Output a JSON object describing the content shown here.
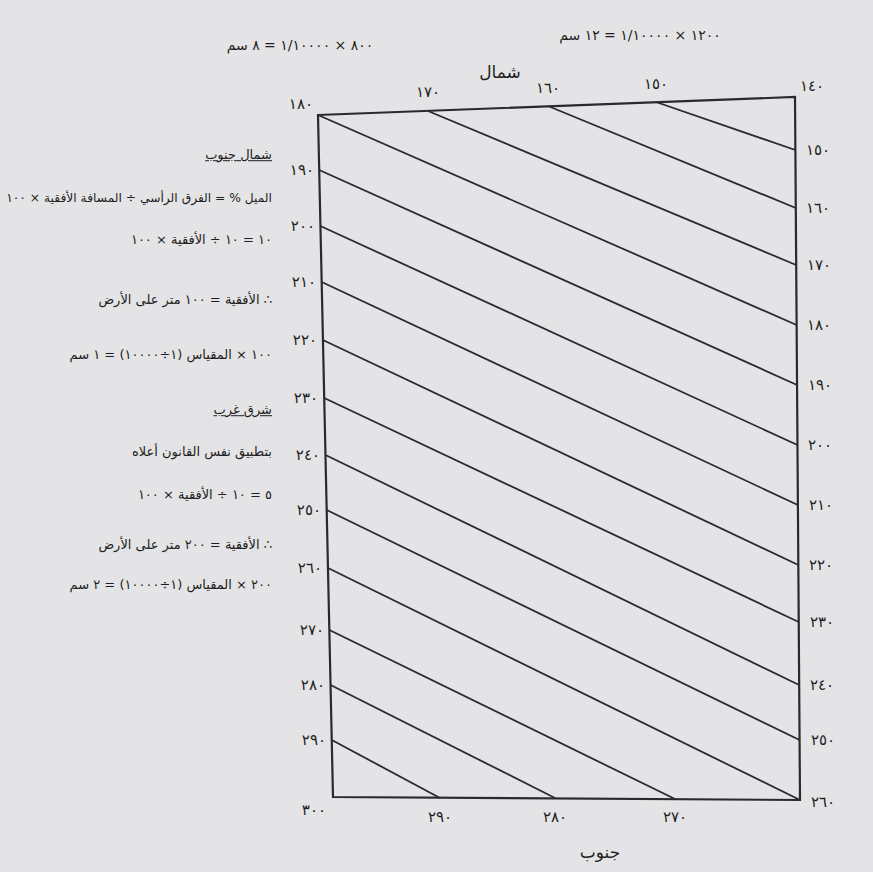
{
  "diagram": {
    "labels": [
      "٨٠٠ × ١/١٠٠٠٠ = ٨ سم",
      "١٢٠٠ × ١/١٠٠٠٠ = ١٢ سم",
      "شمال",
      "١٨٠",
      "١٧٠",
      "١٦٠",
      "١٥٠",
      "١٤٠",
      "شمال جنوب",
      "الميل % = الفرق الرأسي ÷ المسافة الأفقية × ١٠٠",
      "١٠ = ١٠ ÷ الأفقية × ١٠٠",
      "∴ الأفقية = ١٠٠ متر على الأرض",
      "١٠٠ × المقياس (١÷١٠٠٠٠) = ١ سم",
      "شرق غرب",
      "بتطبيق نفس القانون أعلاه",
      "٥ = ١٠ ÷ الأفقية × ١٠٠",
      "∴ الأفقية = ٢٠٠ متر على الأرض",
      "٢٠٠ × المقياس (١÷١٠٠٠٠) = ٢ سم",
      "١٩٠",
      "٢٠٠",
      "٢١٠",
      "٢٢٠",
      "٢٣٠",
      "٢٤٠",
      "٢٥٠",
      "٢٦٠",
      "٢٧٠",
      "٢٨٠",
      "٢٩٠",
      "١٥٠",
      "١٦٠",
      "١٧٠",
      "١٨٠",
      "١٩٠",
      "٢٠٠",
      "٢١٠",
      "٢٢٠",
      "٢٣٠",
      "٢٤٠",
      "٢٥٠",
      "٢٦٠",
      "٣٠٠",
      "٢٩٠",
      "٢٨٠",
      "٢٧٠",
      "جنوب"
    ]
  }
}
